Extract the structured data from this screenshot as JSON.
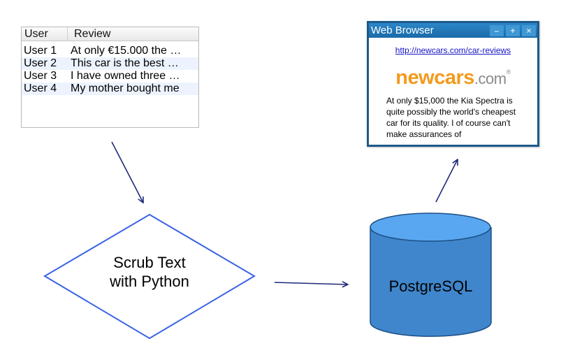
{
  "table": {
    "col_user": "User",
    "col_review": "Review",
    "rows": [
      {
        "user": "User 1",
        "review": "At only €15.000 the …"
      },
      {
        "user": "User 2",
        "review": "This car is the best …"
      },
      {
        "user": "User 3",
        "review": "I have owned three …"
      },
      {
        "user": "User 4",
        "review": "My mother bought me"
      }
    ]
  },
  "process": {
    "label_line1": "Scrub Text",
    "label_line2": "with Python"
  },
  "database": {
    "label": "PostgreSQL"
  },
  "browser": {
    "title": "Web Browser",
    "controls": [
      "–",
      "+",
      "×"
    ],
    "url": "http://newcars.com/car-reviews",
    "logo_main": "new",
    "logo_cars": "cars",
    "logo_tld": ".com",
    "logo_mark": "®",
    "body_text": "At only $15,000 the Kia Spectra is quite possibly the world's cheapest car for its quality. I of course can't make assurances of"
  },
  "colors": {
    "arrow": "#1f2a78",
    "diamond_stroke": "#3a63e6",
    "cylinder_fill": "#3f86cc",
    "cylinder_top": "#59a7f0",
    "cylinder_stroke": "#1d4f86",
    "browser_border": "#1e5a8a",
    "logo_orange": "#f39a1e"
  }
}
